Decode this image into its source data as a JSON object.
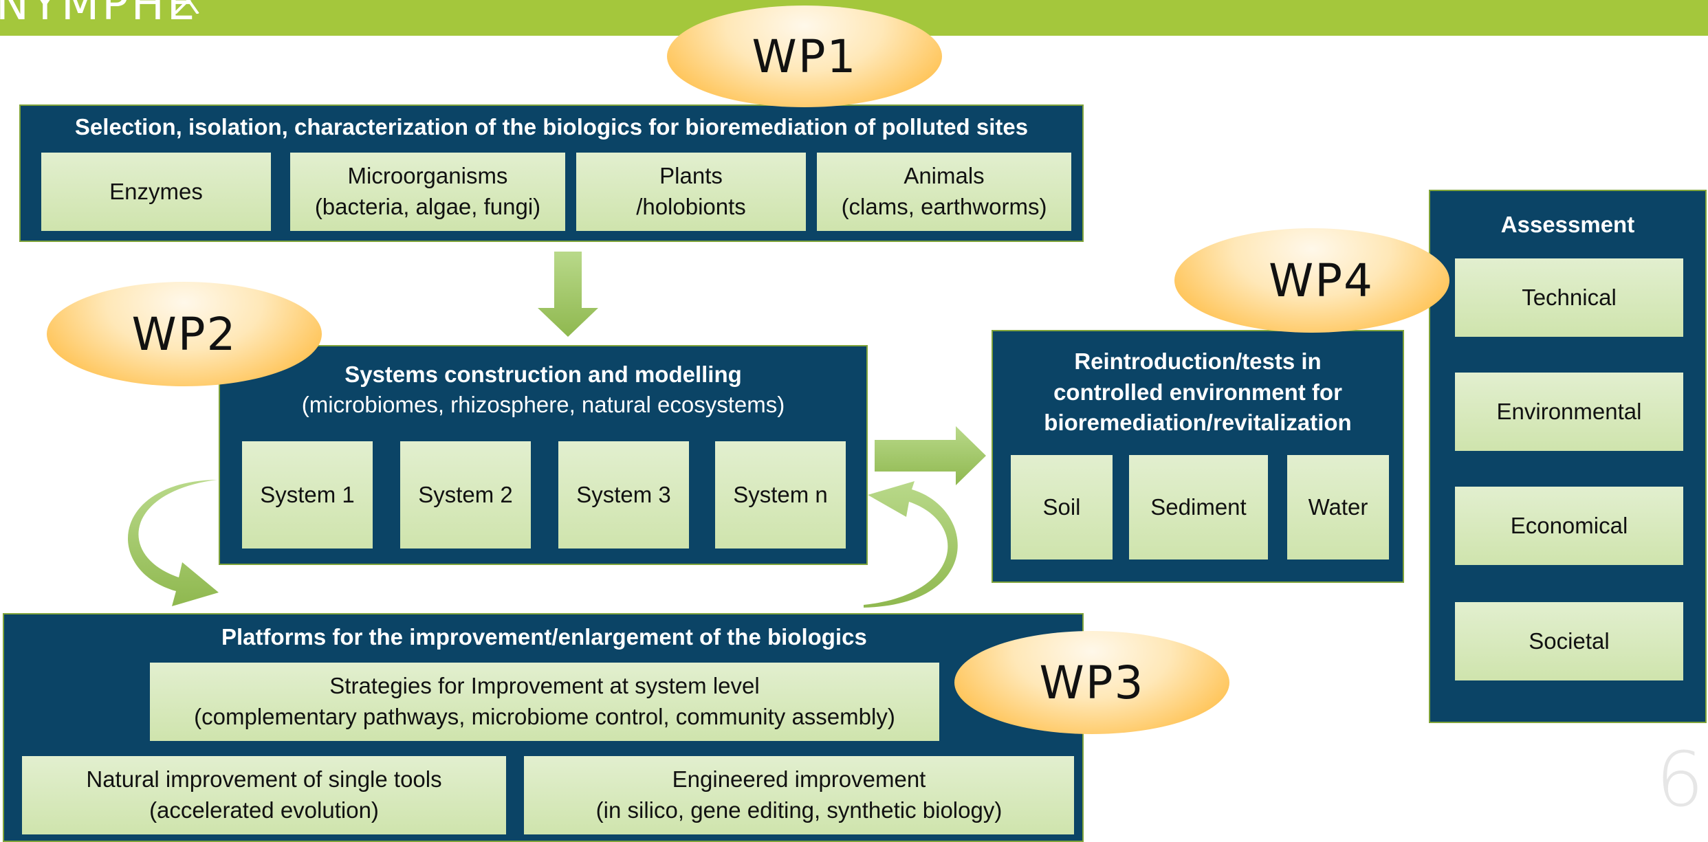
{
  "header": {
    "logo_text": "NYMPHE"
  },
  "wp1": {
    "label": "WP1",
    "title": "Selection, isolation, characterization of the biologics for bioremediation of polluted sites",
    "items": [
      "Enzymes",
      "Microorganisms\n(bacteria, algae, fungi)",
      "Plants\n/holobionts",
      "Animals\n(clams, earthworms)"
    ]
  },
  "wp2": {
    "label": "WP2",
    "title": "Systems construction and modelling",
    "subtitle": "(microbiomes, rhizosphere, natural ecosystems)",
    "items": [
      "System 1",
      "System 2",
      "System 3",
      "System n"
    ]
  },
  "wp3": {
    "label": "WP3",
    "title": "Platforms for the improvement/enlargement of the biologics",
    "strategy": "Strategies for Improvement  at system level\n(complementary pathways, microbiome control, community assembly)",
    "natural": "Natural improvement of single tools\n(accelerated evolution)",
    "engineered": "Engineered improvement\n(in silico, gene editing, synthetic biology)"
  },
  "wp4": {
    "label": "WP4",
    "title": "Reintroduction/tests in\ncontrolled environment for\nbioremediation/revitalization",
    "items": [
      "Soil",
      "Sediment",
      "Water"
    ]
  },
  "assessment": {
    "title": "Assessment",
    "items": [
      "Technical",
      "Environmental",
      "Economical",
      "Societal"
    ]
  },
  "page_number": "6",
  "colors": {
    "panel": "#0b4466",
    "cell": "#d9eabf",
    "arrow": "#9cc35a",
    "topbar": "#a4c73c",
    "ellipse": "#ffc04d"
  }
}
